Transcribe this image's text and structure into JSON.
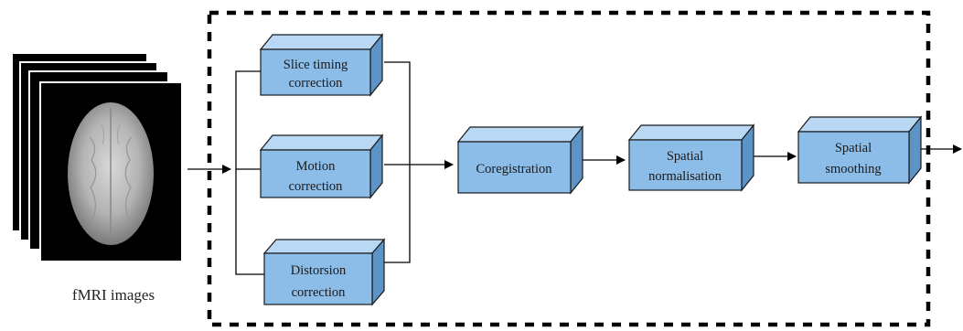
{
  "stack": {
    "caption": "fMRI images",
    "frame_color": "#000000",
    "brain_color": "#bdbdbd"
  },
  "pipeline": {
    "border_style": "dashed",
    "box_front_color": "#8cbde8",
    "box_top_color": "#b8d8f4",
    "box_side_color": "#5d93c6",
    "line_color": "#000000",
    "steps": {
      "slice_timing": [
        "Slice timing",
        "correction"
      ],
      "motion": [
        "Motion",
        "correction"
      ],
      "distortion": [
        "Distorsion",
        "correction"
      ],
      "coregistration": [
        "Coregistration"
      ],
      "spatial_normalisation": [
        "Spatial",
        "normalisation"
      ],
      "spatial_smoothing": [
        "Spatial",
        "smoothing"
      ]
    }
  }
}
